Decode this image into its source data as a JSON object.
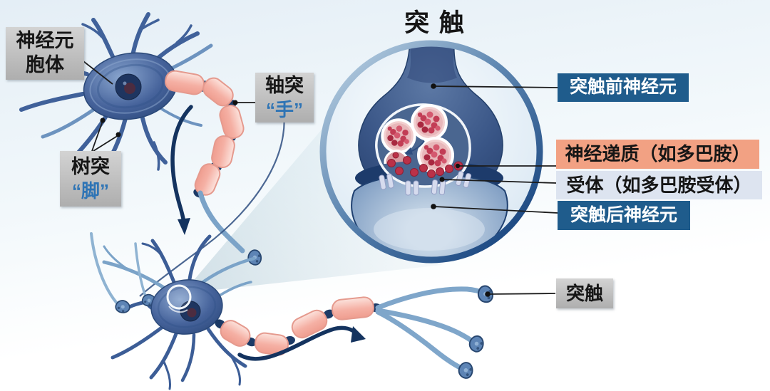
{
  "title": "突 触",
  "labels": {
    "soma_line1": "神经元",
    "soma_line2": "胞体",
    "dendrite": "树突",
    "dendrite_nickname": "“脚”",
    "axon": "轴突",
    "axon_nickname": "“手”",
    "presynaptic": "突触前神经元",
    "neurotransmitter": "神经递质（如多巴胺）",
    "receptor": "受体（如多巴胺受体）",
    "postsynaptic": "突触后神经元",
    "synapse_terminal": "突触"
  },
  "colors": {
    "callout_dark_blue": "#1f5c8c",
    "callout_salmon": "#f2a183",
    "callout_light_blue": "#dde4f0",
    "callout_gray": "#bcbcbc",
    "nickname_blue": "#2e74b5",
    "neuron_blue": "#46639b",
    "myelin_salmon": "#f3a698",
    "arrow_navy": "#14335f",
    "vesicle_red": "#bb3148"
  }
}
